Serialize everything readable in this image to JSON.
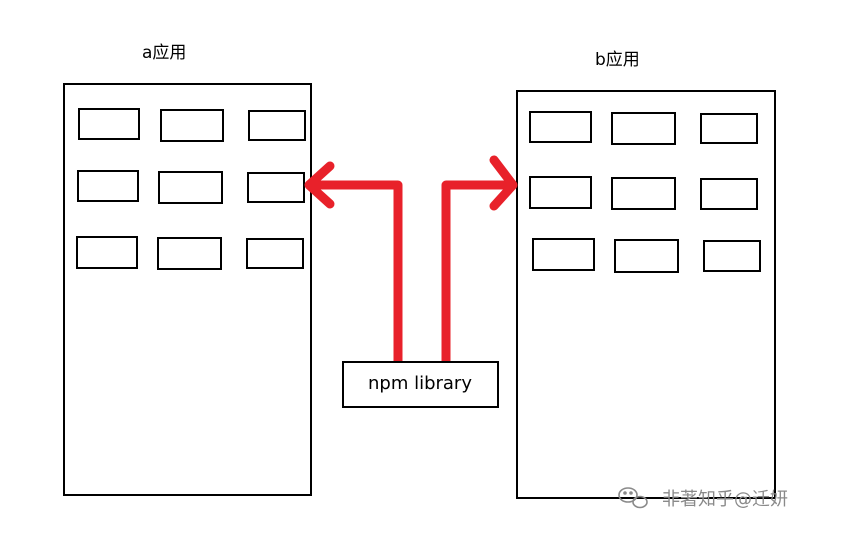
{
  "diagram": {
    "app_a": {
      "title": "a应用"
    },
    "app_b": {
      "title": "b应用"
    },
    "library": {
      "label": "npm library"
    },
    "connector_color": "#e8212a"
  },
  "watermark": {
    "text": "非著知乎@迁妍",
    "icon": "wechat-official-account-icon"
  }
}
